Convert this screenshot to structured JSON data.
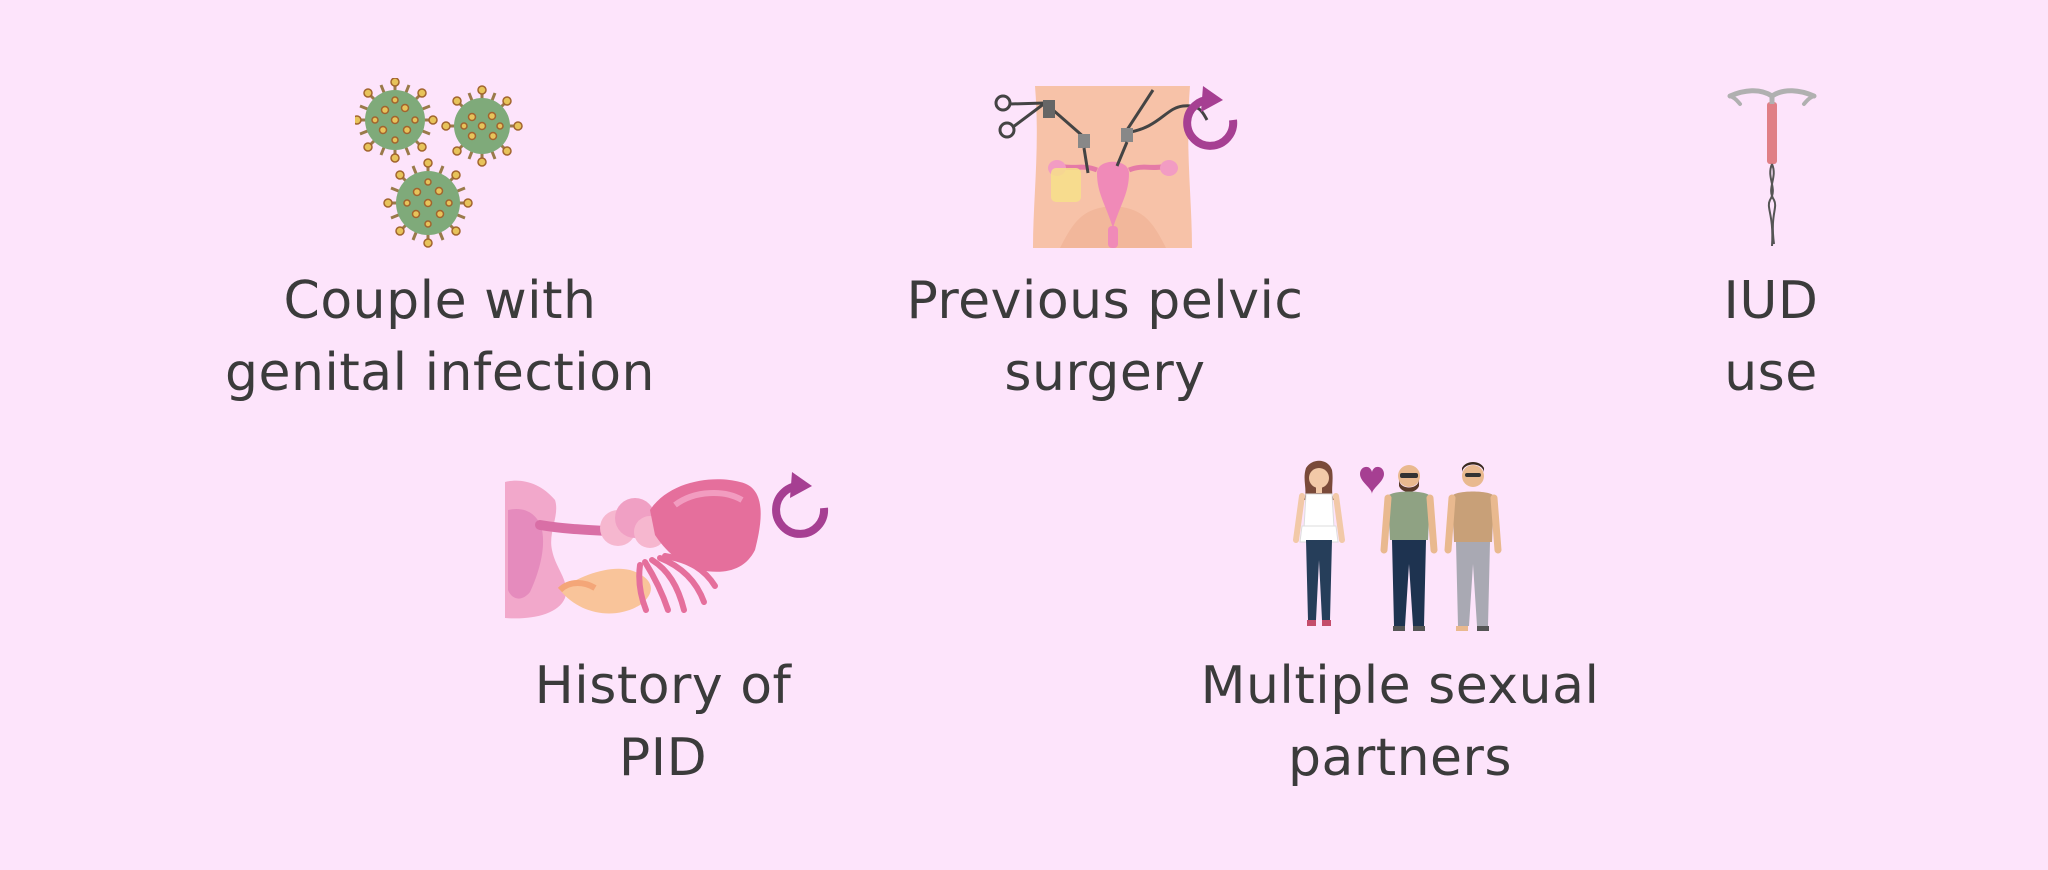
{
  "colors": {
    "background": "#fde4fb",
    "text": "#3b3b3b",
    "accent": "#a63f92"
  },
  "factors": [
    {
      "icon": "virus-icon",
      "line1": "Couple with",
      "line2": "genital infection"
    },
    {
      "icon": "pelvic-surgery-icon",
      "line1": "Previous pelvic",
      "line2": "surgery"
    },
    {
      "icon": "iud-icon",
      "line1": "IUD",
      "line2": "use"
    },
    {
      "icon": "uterus-ovary-icon",
      "line1": "History of",
      "line2": "PID"
    },
    {
      "icon": "people-icon",
      "line1": "Multiple sexual",
      "line2": "partners"
    }
  ]
}
